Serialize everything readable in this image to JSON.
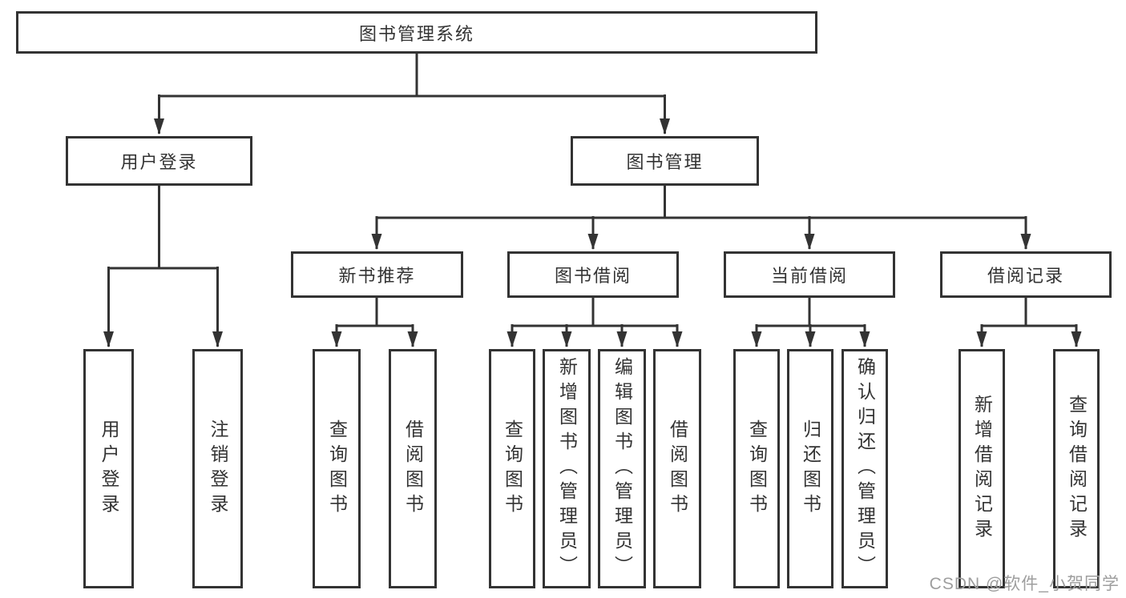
{
  "tree": {
    "root": "图书管理系统",
    "branches": [
      {
        "label": "用户登录",
        "children": [
          "用户登录",
          "注销登录"
        ]
      },
      {
        "label": "图书管理",
        "groups": [
          {
            "label": "新书推荐",
            "children": [
              "查询图书",
              "借阅图书"
            ]
          },
          {
            "label": "图书借阅",
            "children": [
              "查询图书",
              "新增图书（管理员）",
              "编辑图书（管理员）",
              "借阅图书"
            ]
          },
          {
            "label": "当前借阅",
            "children": [
              "查询图书",
              "归还图书",
              "确认归还（管理员）"
            ]
          },
          {
            "label": "借阅记录",
            "children": [
              "新增借阅记录",
              "查询借阅记录"
            ]
          }
        ]
      }
    ]
  },
  "watermark": {
    "text": "CSDN @软件_小贺同学"
  },
  "colors": {
    "line": "#333333",
    "text": "#333333",
    "watermark": "#9e9e9e",
    "background": "#ffffff"
  }
}
